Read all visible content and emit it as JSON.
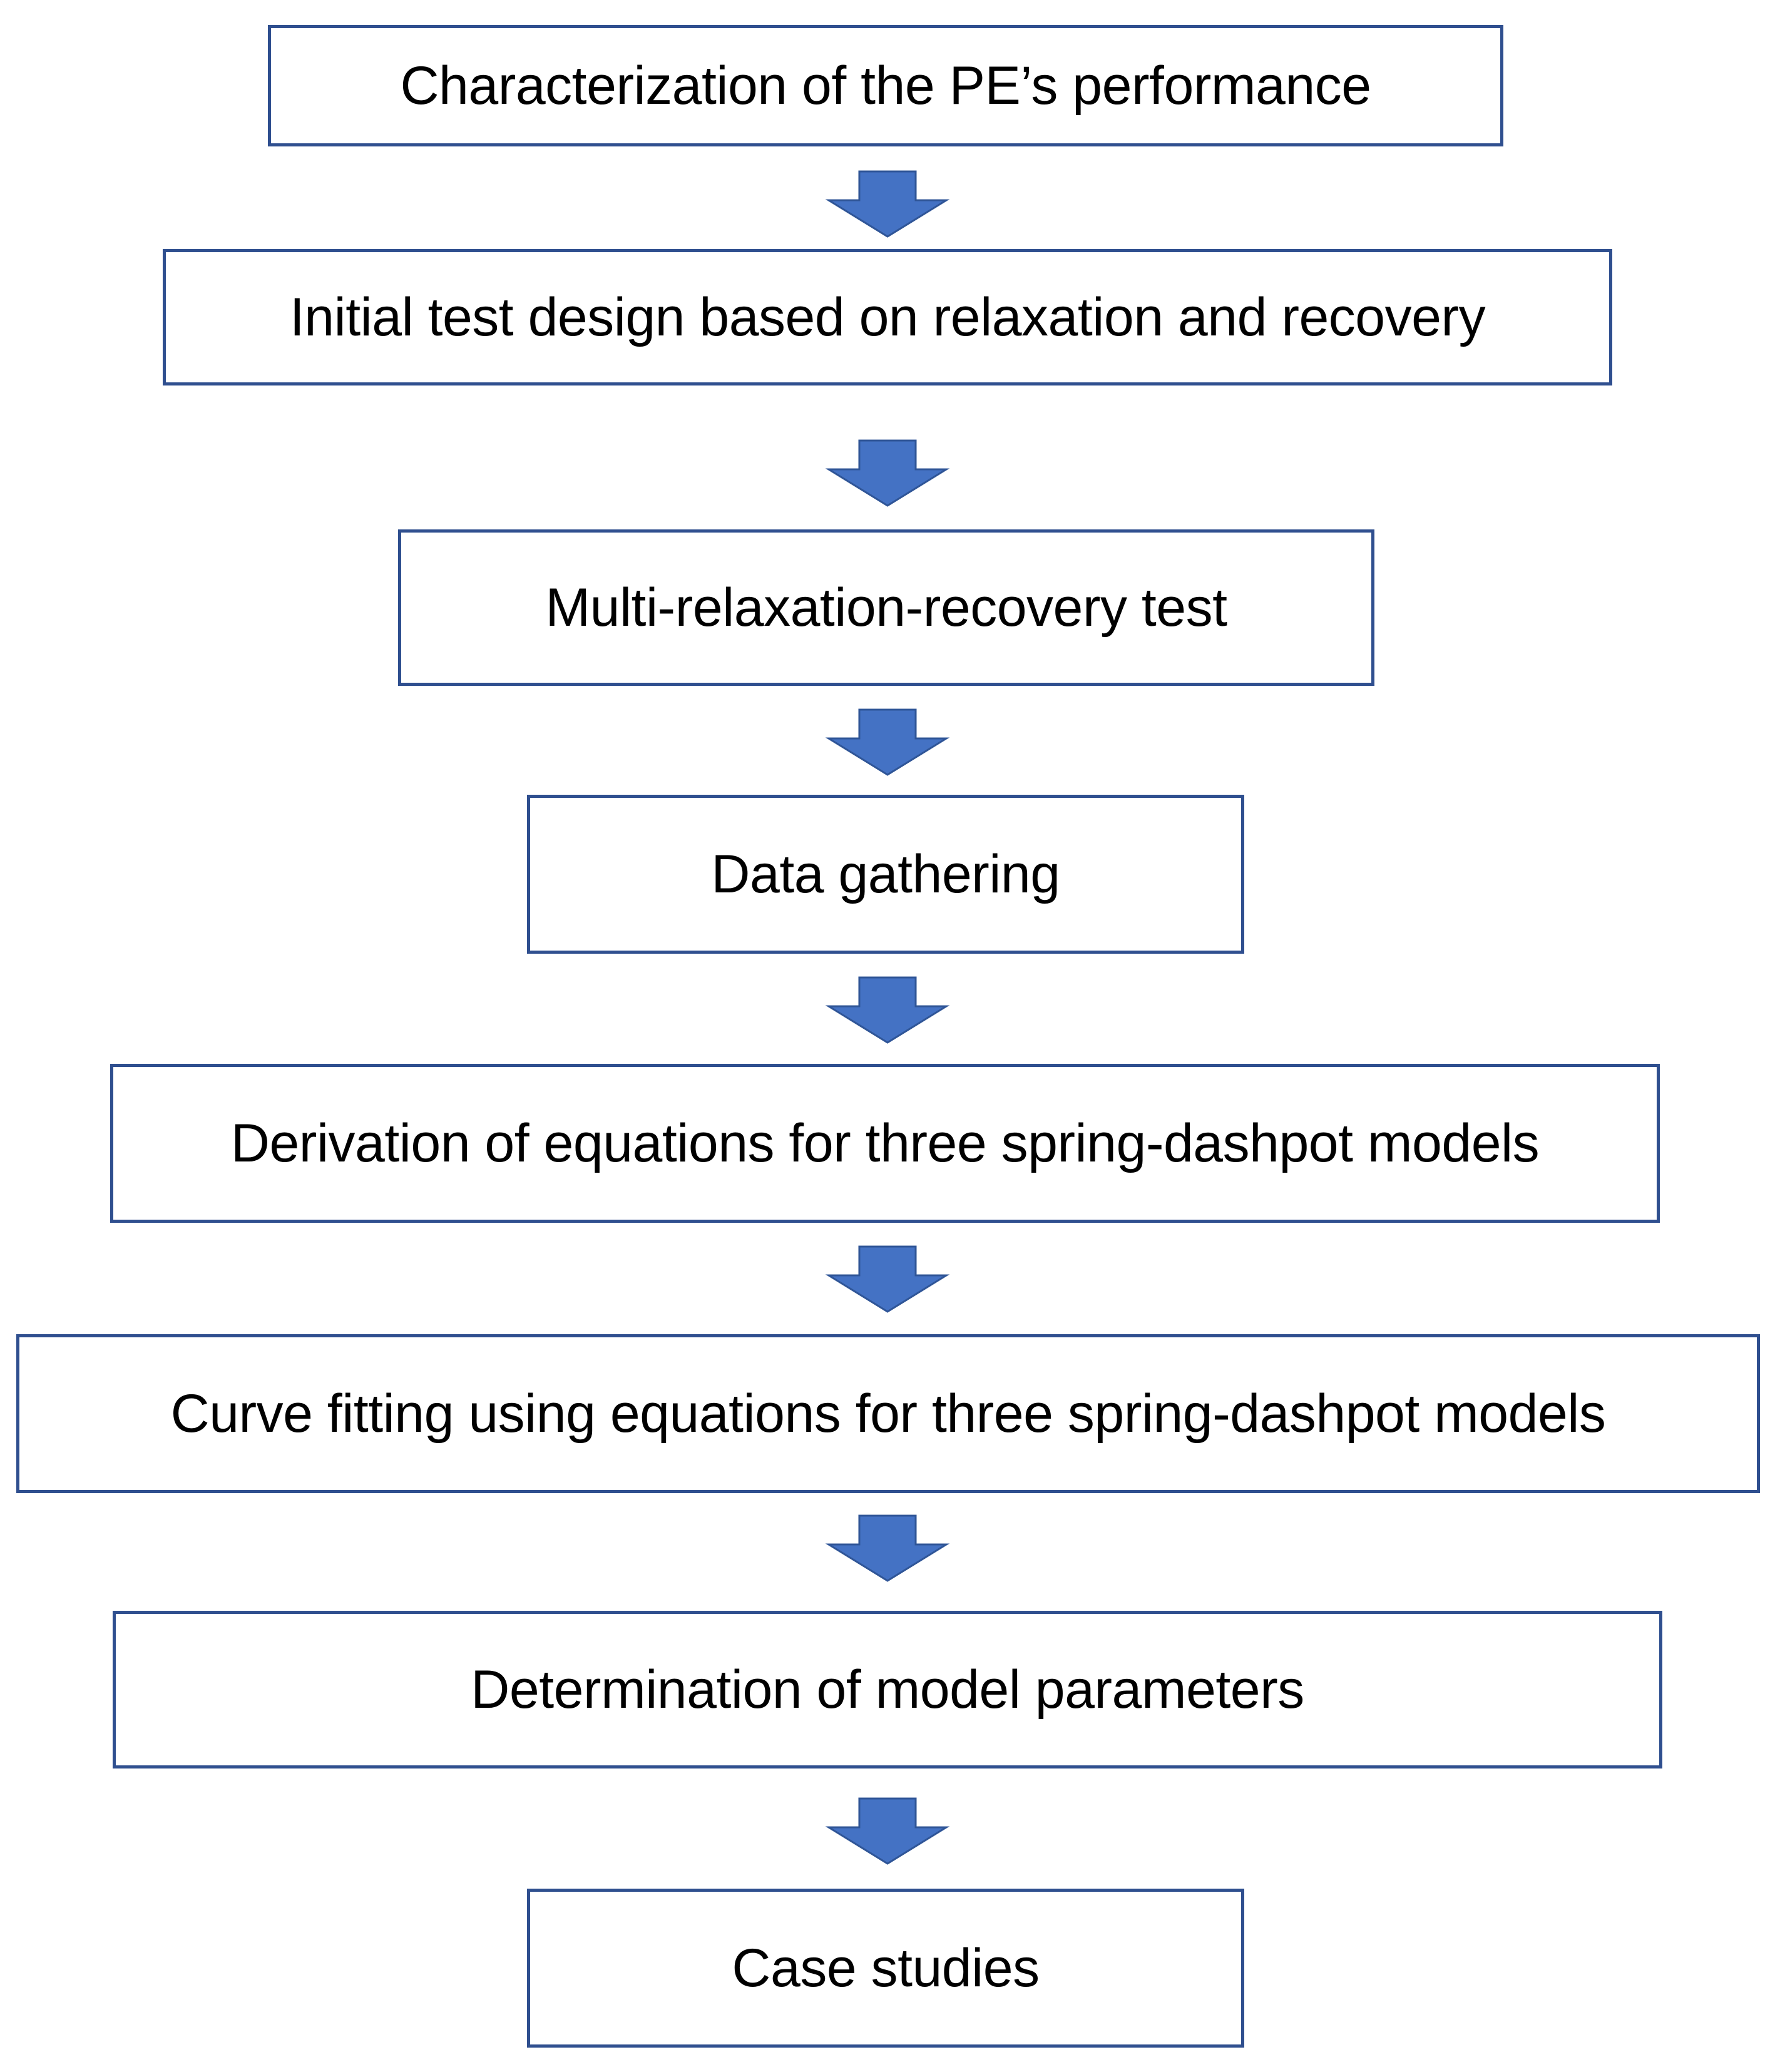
{
  "colors": {
    "box_border": "#2f4f8f",
    "arrow_fill": "#4472c4",
    "arrow_stroke": "#2f5597",
    "text": "#000000",
    "background": "#ffffff"
  },
  "steps": [
    {
      "label": "Characterization of the PE’s performance"
    },
    {
      "label": "Initial test design based on relaxation and recovery"
    },
    {
      "label": "Multi-relaxation-recovery test"
    },
    {
      "label": "Data gathering"
    },
    {
      "label": "Derivation of equations for three spring-dashpot models"
    },
    {
      "label": "Curve fitting using equations for three spring-dashpot models"
    },
    {
      "label": "Determination of model parameters"
    },
    {
      "label": "Case studies"
    }
  ],
  "arrows": [
    {
      "icon": "down-arrow-icon",
      "from": 0,
      "to": 1
    },
    {
      "icon": "down-arrow-icon",
      "from": 1,
      "to": 2
    },
    {
      "icon": "down-arrow-icon",
      "from": 2,
      "to": 3
    },
    {
      "icon": "down-arrow-icon",
      "from": 3,
      "to": 4
    },
    {
      "icon": "down-arrow-icon",
      "from": 4,
      "to": 5
    },
    {
      "icon": "down-arrow-icon",
      "from": 5,
      "to": 6
    },
    {
      "icon": "down-arrow-icon",
      "from": 6,
      "to": 7
    }
  ]
}
